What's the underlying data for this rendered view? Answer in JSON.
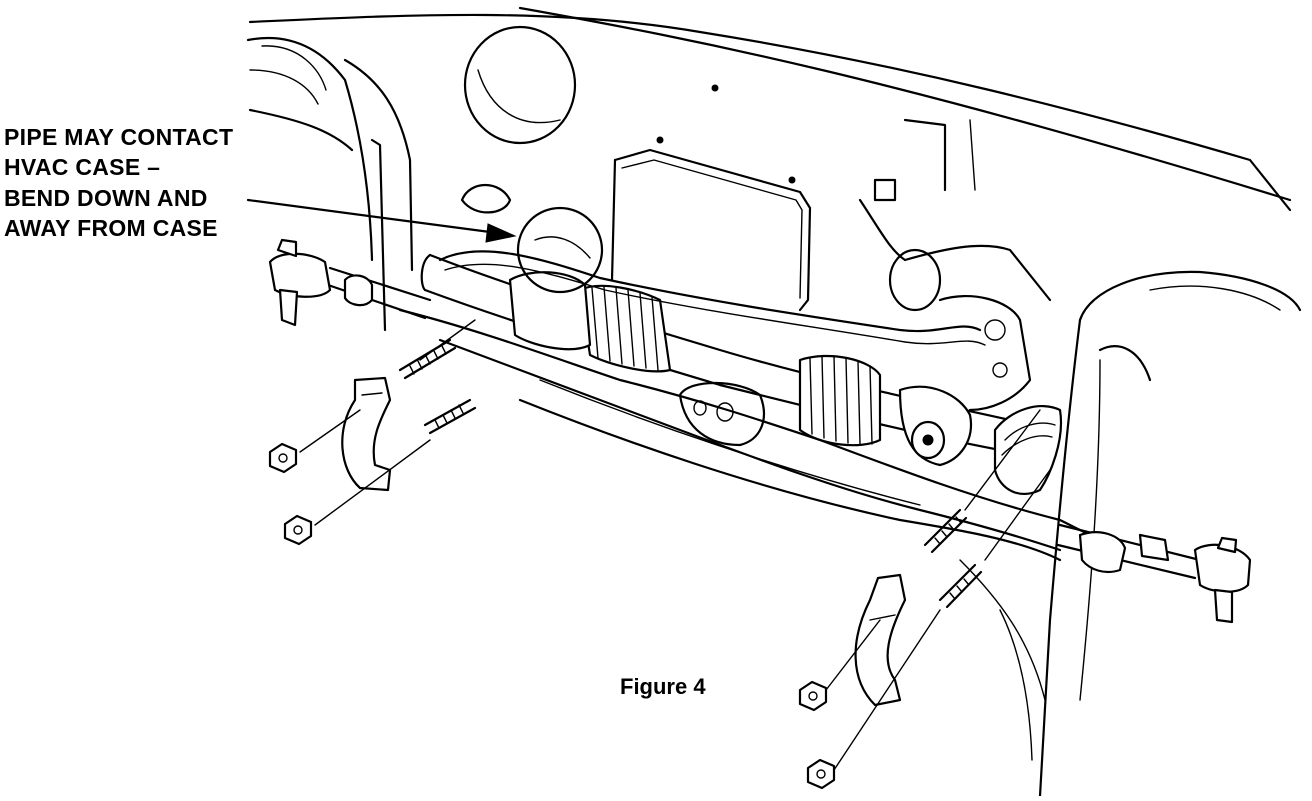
{
  "callout": {
    "line1": "PIPE MAY CONTACT",
    "line2": "HVAC CASE –",
    "line3": "BEND DOWN AND",
    "line4": "AWAY FROM CASE"
  },
  "caption": "Figure 4",
  "colors": {
    "ink": "#000000",
    "paper": "#ffffff"
  }
}
